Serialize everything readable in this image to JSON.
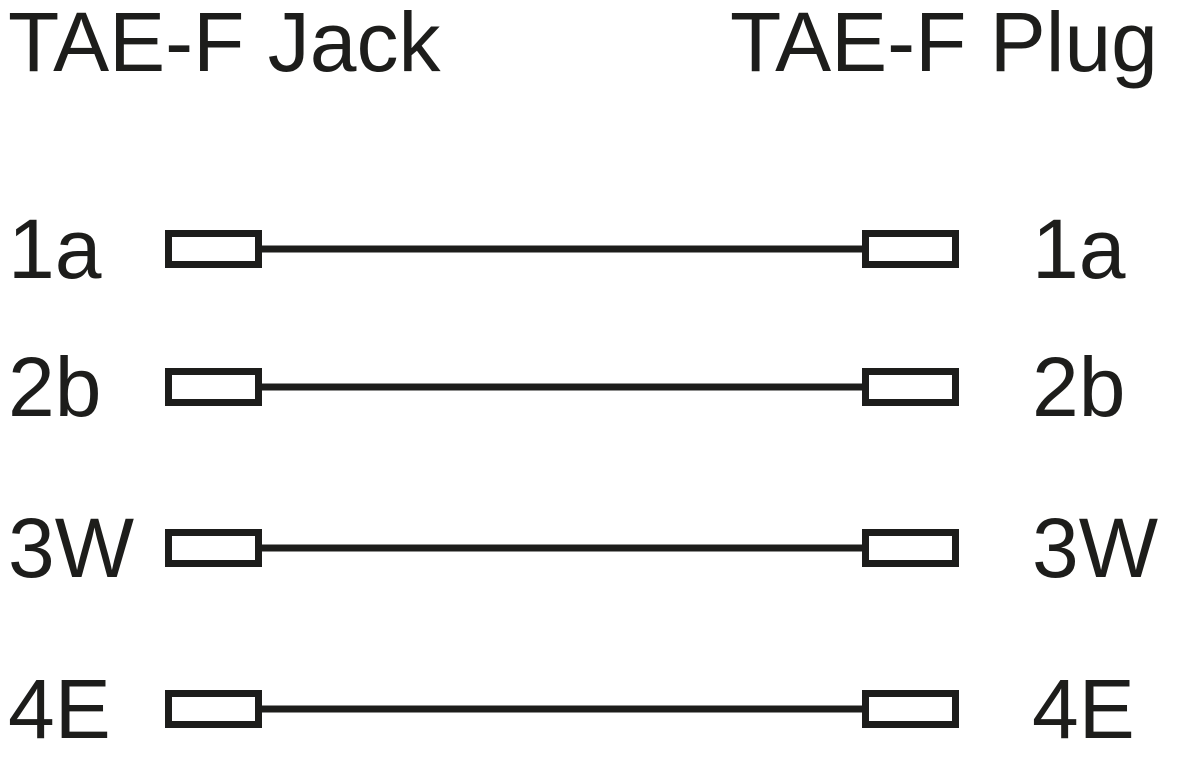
{
  "page": {
    "background": "#ffffff",
    "ink_color": "#1d1d1b"
  },
  "diagram": {
    "type": "cable-pinout-wiring-diagram",
    "left_title": "TAE-F Jack",
    "right_title": "TAE-F Plug",
    "rows": [
      {
        "left_label": "1a",
        "right_label": "1a"
      },
      {
        "left_label": "2b",
        "right_label": "2b"
      },
      {
        "left_label": "3W",
        "right_label": "3W"
      },
      {
        "left_label": "4E",
        "right_label": "4E"
      }
    ]
  }
}
